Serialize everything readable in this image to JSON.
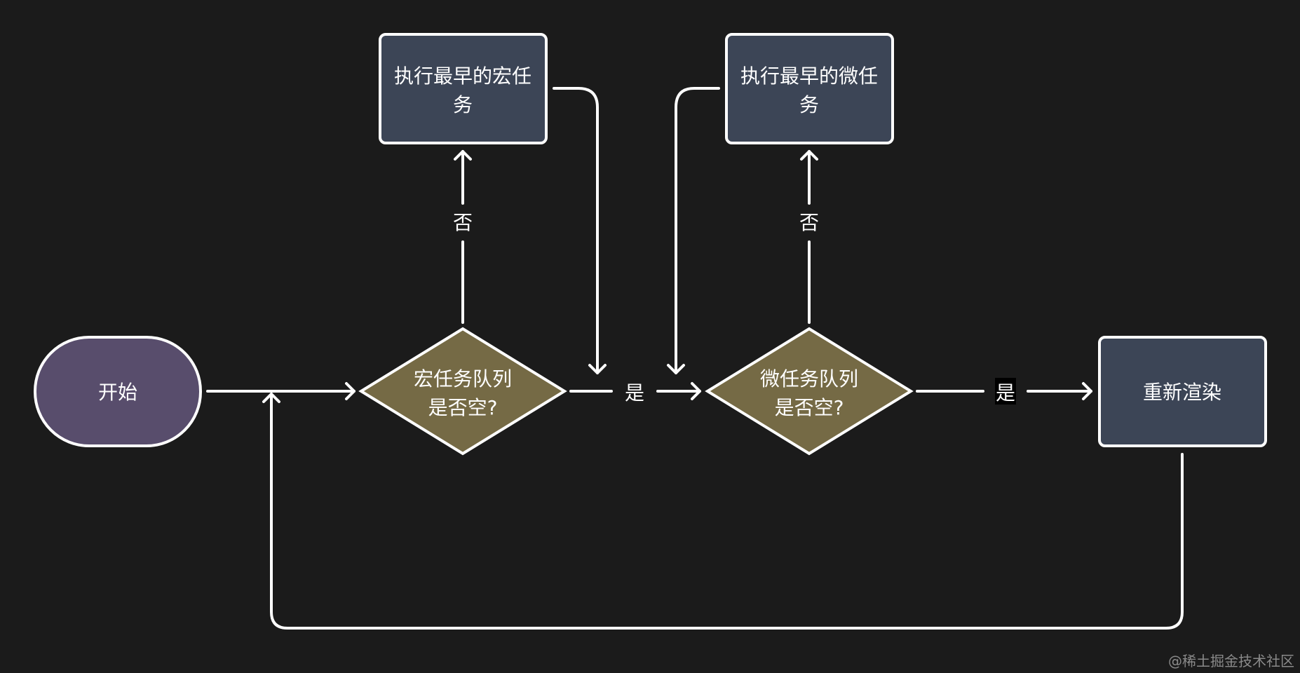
{
  "colors": {
    "background": "#1b1b1b",
    "start_fill": "#584d6c",
    "process_fill": "#3c4556",
    "decision_fill": "#756a45",
    "stroke": "#ffffff",
    "highlight_label_bg": "#000000"
  },
  "nodes": {
    "start": {
      "lines": [
        "开始"
      ]
    },
    "macro_decision": {
      "lines": [
        "宏任务队列",
        "是否空?"
      ]
    },
    "micro_decision": {
      "lines": [
        "微任务队列",
        "是否空?"
      ]
    },
    "run_macro": {
      "lines": [
        "执行最早的宏任",
        "务"
      ]
    },
    "run_micro": {
      "lines": [
        "执行最早的微任",
        "务"
      ]
    },
    "rerender": {
      "lines": [
        "重新渲染"
      ]
    }
  },
  "edge_labels": {
    "macro_no": "否",
    "macro_yes": "是",
    "micro_no": "否",
    "micro_yes": "是"
  },
  "watermark": "@稀土掘金技术社区"
}
